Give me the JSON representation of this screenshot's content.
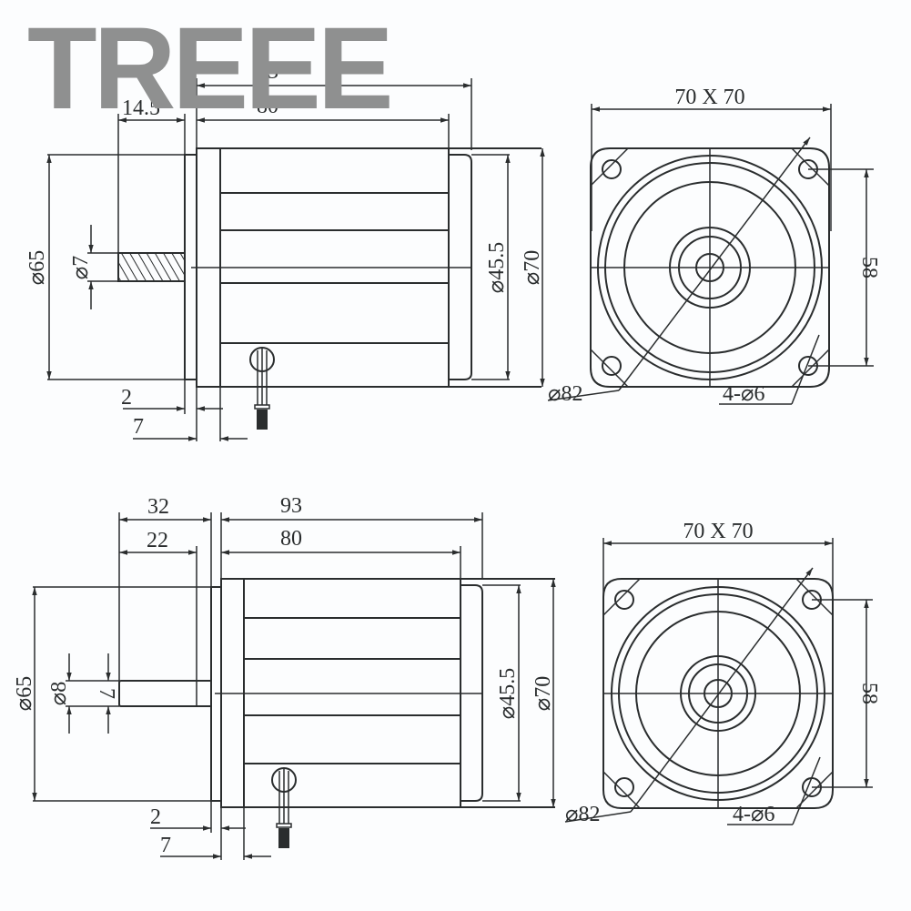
{
  "watermark": "TREEE",
  "colors": {
    "line": "#2a2d2e",
    "watermark": "#8f9090",
    "background": "#fcfdfe"
  },
  "top_view": {
    "side": {
      "overall_length": "93",
      "body_length": "80",
      "shaft_length": "14.5",
      "flange_diameter": "⌀65",
      "shaft_diameter": "⌀7",
      "rear_diameter": "⌀45.5",
      "body_diameter": "⌀70",
      "flange_thickness": "2",
      "front_cap": "7"
    },
    "front": {
      "square_size": "70 X 70",
      "bolt_spacing": "58",
      "bolt_circle": "⌀82",
      "mount_holes": "4-⌀6"
    }
  },
  "bottom_view": {
    "side": {
      "overall_length": "93",
      "body_length": "80",
      "shaft_total": "32",
      "shaft_length": "22",
      "flange_diameter": "⌀65",
      "shaft_diameter": "⌀8",
      "flat": "7",
      "rear_diameter": "⌀45.5",
      "body_diameter": "⌀70",
      "flange_thickness": "2",
      "front_cap": "7"
    },
    "front": {
      "square_size": "70 X 70",
      "bolt_spacing": "58",
      "bolt_circle": "⌀82",
      "mount_holes": "4-⌀6"
    }
  }
}
